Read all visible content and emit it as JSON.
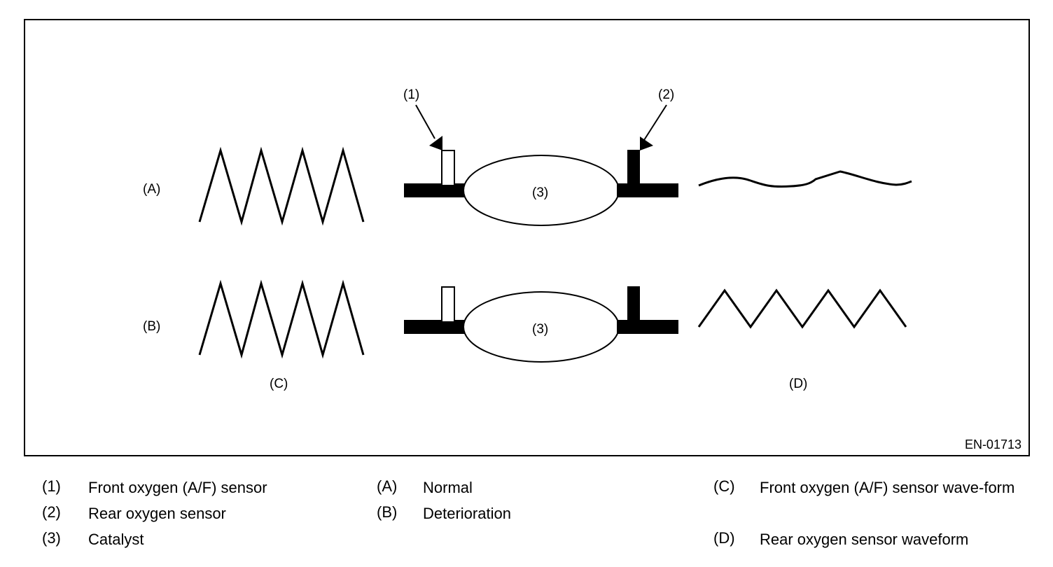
{
  "figure": {
    "rows": [
      {
        "key": "(A)",
        "catalyst_label": "(3)"
      },
      {
        "key": "(B)",
        "catalyst_label": "(3)"
      }
    ],
    "callouts": {
      "front_sensor": "(1)",
      "rear_sensor": "(2)"
    },
    "bottom_labels": {
      "front_waveform": "(C)",
      "rear_waveform": "(D)"
    },
    "figure_code": "EN-01713"
  },
  "legend": {
    "col1": [
      {
        "key": "(1)",
        "text": "Front oxygen (A/F) sensor"
      },
      {
        "key": "(2)",
        "text": "Rear oxygen sensor"
      },
      {
        "key": "(3)",
        "text": "Catalyst"
      }
    ],
    "col2": [
      {
        "key": "(A)",
        "text": "Normal"
      },
      {
        "key": "(B)",
        "text": "Deterioration"
      }
    ],
    "col3": [
      {
        "key": "(C)",
        "text": "Front oxygen (A/F) sensor wave-form"
      },
      {
        "key": "(D)",
        "text": "Rear oxygen sensor waveform"
      }
    ]
  }
}
